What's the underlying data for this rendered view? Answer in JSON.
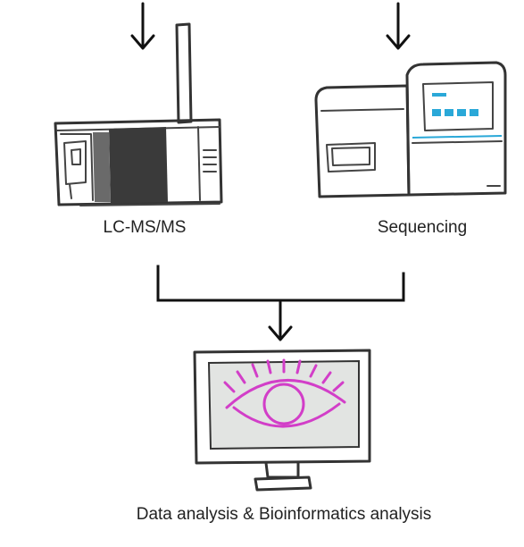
{
  "nodes": {
    "lcms": {
      "label": "LC-MS/MS"
    },
    "sequencing": {
      "label": "Sequencing"
    },
    "analysis": {
      "label": "Data analysis & Bioinformatics analysis"
    }
  },
  "colors": {
    "outline": "#333333",
    "instrument_shade": "#3a3a3a",
    "screen_fill": "#e2e4e2",
    "display_accent": "#2aa8d8",
    "eye_stroke": "#d23ec8",
    "arrow": "#111111"
  },
  "icons": {
    "lcms": "lc-ms-instrument-icon",
    "sequencing": "sequencer-instrument-icon",
    "analysis": "monitor-eye-icon"
  }
}
